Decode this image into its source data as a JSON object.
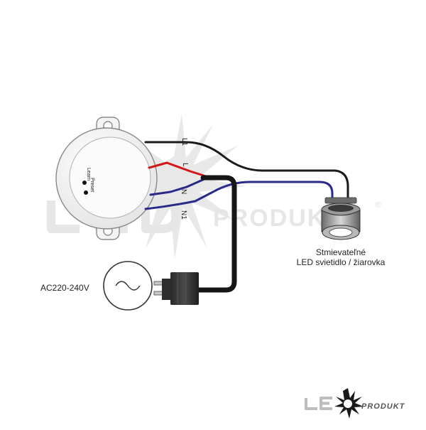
{
  "module": {
    "button_learn": "Learn",
    "button_preset": "Preset"
  },
  "wires": {
    "l1": "L1",
    "l": "L",
    "n": "N",
    "n1": "N1"
  },
  "lamp": {
    "label_line1": "Stmievateľné",
    "label_line2": "LED svietidlo / žiarovka"
  },
  "source": {
    "label": "AC220-240V"
  },
  "watermark": {
    "brand": "PRODUKT",
    "registered": "®"
  },
  "logo": {
    "brand": "PRODUKT"
  },
  "colors": {
    "wire_black": "#1a1a1a",
    "wire_red": "#d01818",
    "wire_blue": "#2a2a8a",
    "watermark": "#e6e6e6"
  }
}
